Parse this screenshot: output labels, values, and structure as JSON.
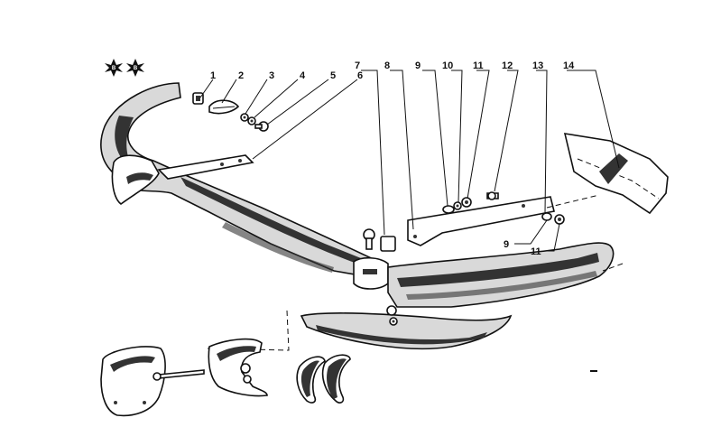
{
  "diagram": {
    "stars": [
      {
        "label": "B"
      },
      {
        "label": "B"
      }
    ],
    "callouts": [
      {
        "id": "c1",
        "text": "1"
      },
      {
        "id": "c2",
        "text": "2"
      },
      {
        "id": "c3",
        "text": "3"
      },
      {
        "id": "c4",
        "text": "4"
      },
      {
        "id": "c5",
        "text": "5"
      },
      {
        "id": "c6",
        "text": "6"
      },
      {
        "id": "c7",
        "text": "7"
      },
      {
        "id": "c8",
        "text": "8"
      },
      {
        "id": "c9a",
        "text": "9"
      },
      {
        "id": "c10",
        "text": "10"
      },
      {
        "id": "c11a",
        "text": "11"
      },
      {
        "id": "c12",
        "text": "12"
      },
      {
        "id": "c13",
        "text": "13"
      },
      {
        "id": "c14",
        "text": "14"
      },
      {
        "id": "c9b",
        "text": "9"
      },
      {
        "id": "c11b",
        "text": "11"
      }
    ]
  }
}
